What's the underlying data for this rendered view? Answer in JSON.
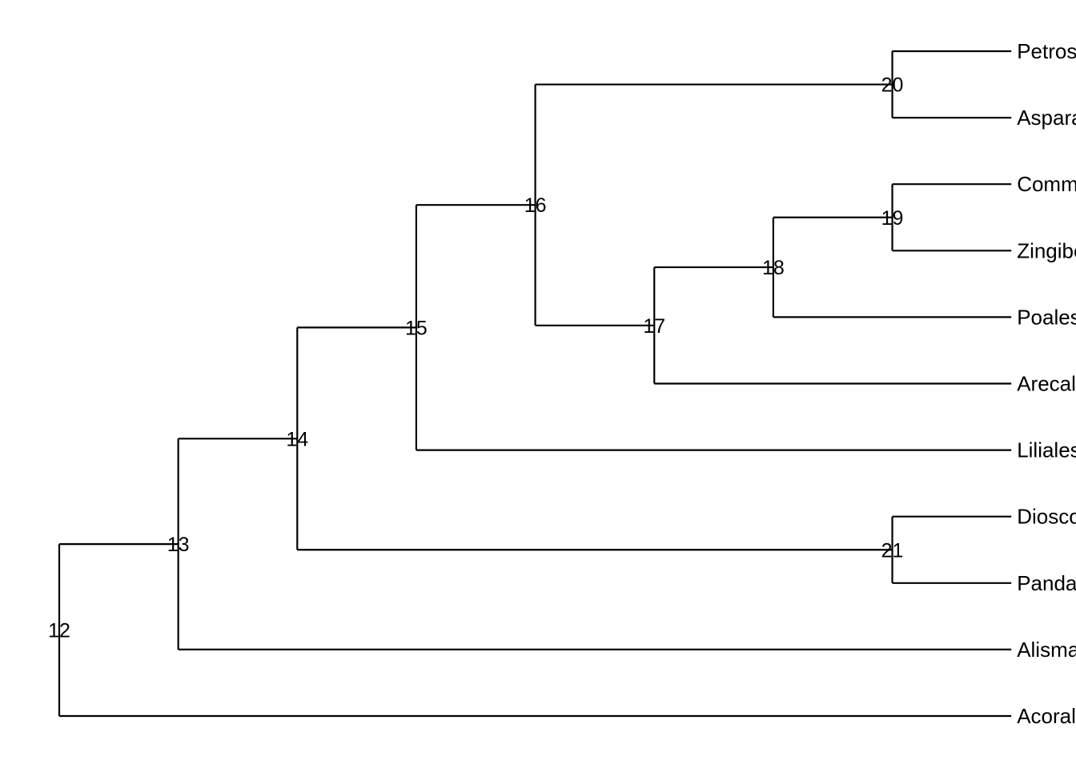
{
  "tree": {
    "nodes": [
      {
        "id": "12",
        "parent": null,
        "depth": 0
      },
      {
        "id": "13",
        "parent": "12",
        "depth": 1
      },
      {
        "id": "14",
        "parent": "13",
        "depth": 2
      },
      {
        "id": "15",
        "parent": "14",
        "depth": 3
      },
      {
        "id": "16",
        "parent": "15",
        "depth": 4
      },
      {
        "id": "17",
        "parent": "16",
        "depth": 5
      },
      {
        "id": "18",
        "parent": "17",
        "depth": 6
      },
      {
        "id": "19",
        "parent": "18",
        "depth": 7
      },
      {
        "id": "20",
        "parent": "16",
        "depth": 7
      },
      {
        "id": "21",
        "parent": "14",
        "depth": 7
      }
    ],
    "tips": [
      {
        "label": "Petrosaviales",
        "parent": "20"
      },
      {
        "label": "Asparagales",
        "parent": "20"
      },
      {
        "label": "Commelinales",
        "parent": "19"
      },
      {
        "label": "Zingiberales",
        "parent": "19"
      },
      {
        "label": "Poales",
        "parent": "18"
      },
      {
        "label": "Arecales",
        "parent": "17"
      },
      {
        "label": "Liliales",
        "parent": "15"
      },
      {
        "label": "Dioscoreales",
        "parent": "21"
      },
      {
        "label": "Pandanales",
        "parent": "21"
      },
      {
        "label": "Alismatales",
        "parent": "13"
      },
      {
        "label": "Acorales",
        "parent": "12"
      }
    ],
    "tip_depth": 8,
    "line_color": "#000000"
  }
}
